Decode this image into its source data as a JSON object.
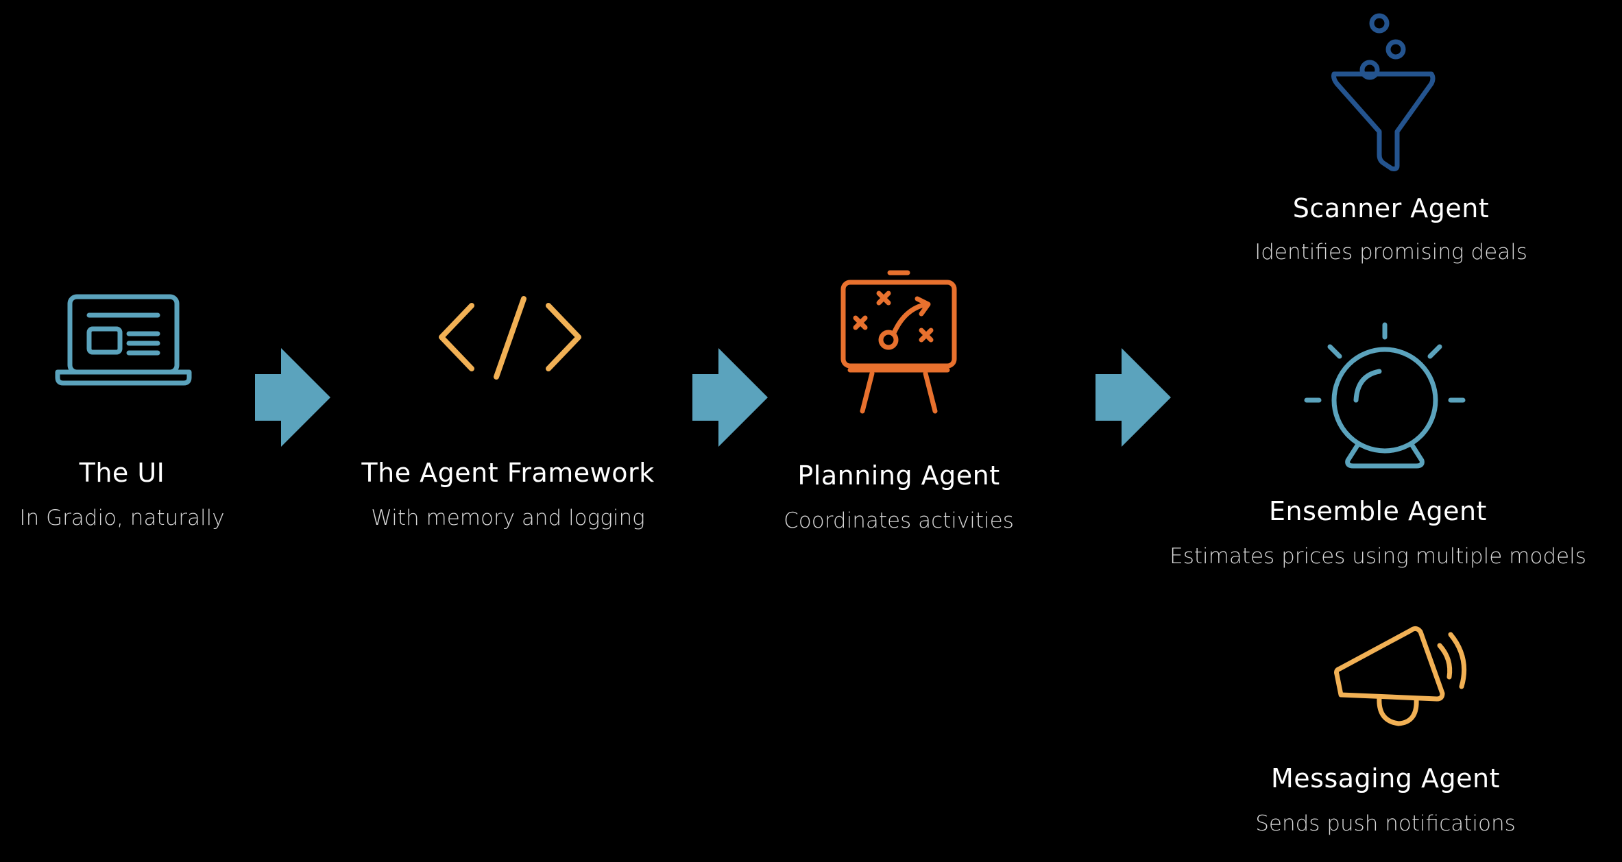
{
  "colors": {
    "background": "#000000",
    "teal": "#5ba3bd",
    "amber": "#f2b155",
    "orange": "#e8712e",
    "navy": "#24548f",
    "arrow": "#5ba3bd"
  },
  "nodes": {
    "ui": {
      "title": "The UI",
      "subtitle": "In Gradio, naturally",
      "icon": "laptop-icon"
    },
    "framework": {
      "title": "The Agent Framework",
      "subtitle": "With memory and logging",
      "icon": "code-icon"
    },
    "planning": {
      "title": "Planning Agent",
      "subtitle": "Coordinates activities",
      "icon": "strategy-board-icon"
    },
    "scanner": {
      "title": "Scanner Agent",
      "subtitle": "Identifies promising deals",
      "icon": "funnel-icon"
    },
    "ensemble": {
      "title": "Ensemble Agent",
      "subtitle": "Estimates prices using multiple models",
      "icon": "crystal-ball-icon"
    },
    "messaging": {
      "title": "Messaging Agent",
      "subtitle": "Sends push notifications",
      "icon": "megaphone-icon"
    }
  }
}
